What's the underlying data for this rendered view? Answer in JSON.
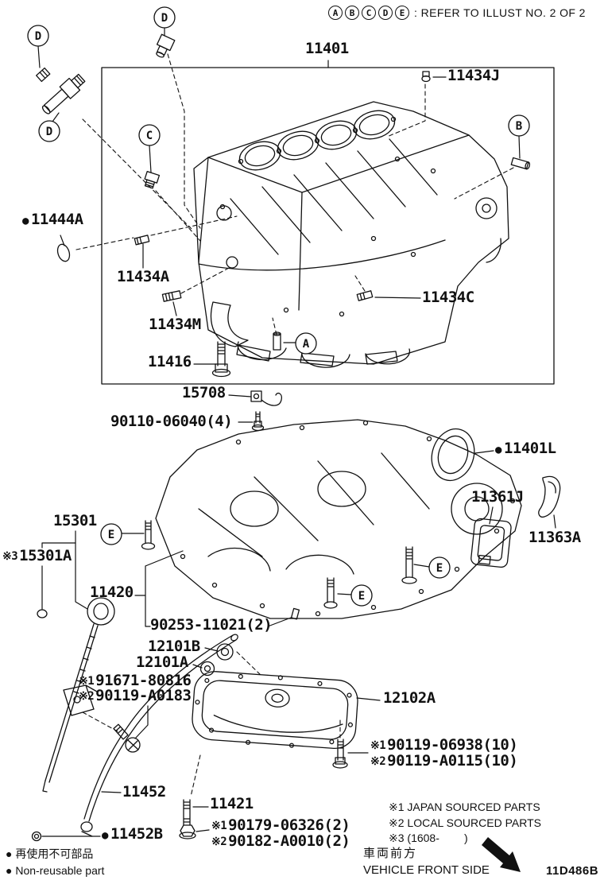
{
  "bullet": "●",
  "legend": {
    "letters": [
      "A",
      "B",
      "C",
      "D",
      "E"
    ],
    "note": ": REFER TO ILLUST NO. 2 OF 2"
  },
  "callouts": {
    "A": "A",
    "B": "B",
    "C": "C",
    "D": "D",
    "E": "E"
  },
  "labels": {
    "block": "11401",
    "p11434J": "11434J",
    "p11444A": "11444A",
    "p11434A": "11434A",
    "p11434M": "11434M",
    "p11434C": "11434C",
    "p11416": "11416",
    "p15708": "15708",
    "p90110": "90110-06040(4)",
    "p11401L": "11401L",
    "p11361J": "11361J",
    "p11363A": "11363A",
    "p15301": "15301",
    "p15301A_prefix": "※3",
    "p15301A": "15301A",
    "p11420": "11420",
    "p90253": "90253-11021(2)",
    "p12101B": "12101B",
    "p12101A": "12101A",
    "p91671_prefix": "※1",
    "p91671": "91671-80816",
    "p90119A0183_prefix": "※2",
    "p90119A0183": "90119-A0183",
    "p12102A": "12102A",
    "p9011906938_prefix": "※1",
    "p9011906938": "90119-06938(10)",
    "p90119A0115_prefix": "※2",
    "p90119A0115": "90119-A0115(10)",
    "p11452": "11452",
    "p11421": "11421",
    "p11452B": "11452B",
    "p90179_prefix": "※1",
    "p90179": "90179-06326(2)",
    "p90182_prefix": "※2",
    "p90182": "90182-A0010(2)"
  },
  "notes": {
    "note1": "※1 JAPAN SOURCED PARTS",
    "note2": "※2 LOCAL SOURCED PARTS",
    "note3": "※3 (1608-        )",
    "front_jp": "車両前方",
    "front_en": "VEHICLE FRONT SIDE",
    "nonreusable_jp": "再使用不可部品",
    "nonreusable_en": "Non-reusable part",
    "drawing_code": "11D486B"
  }
}
